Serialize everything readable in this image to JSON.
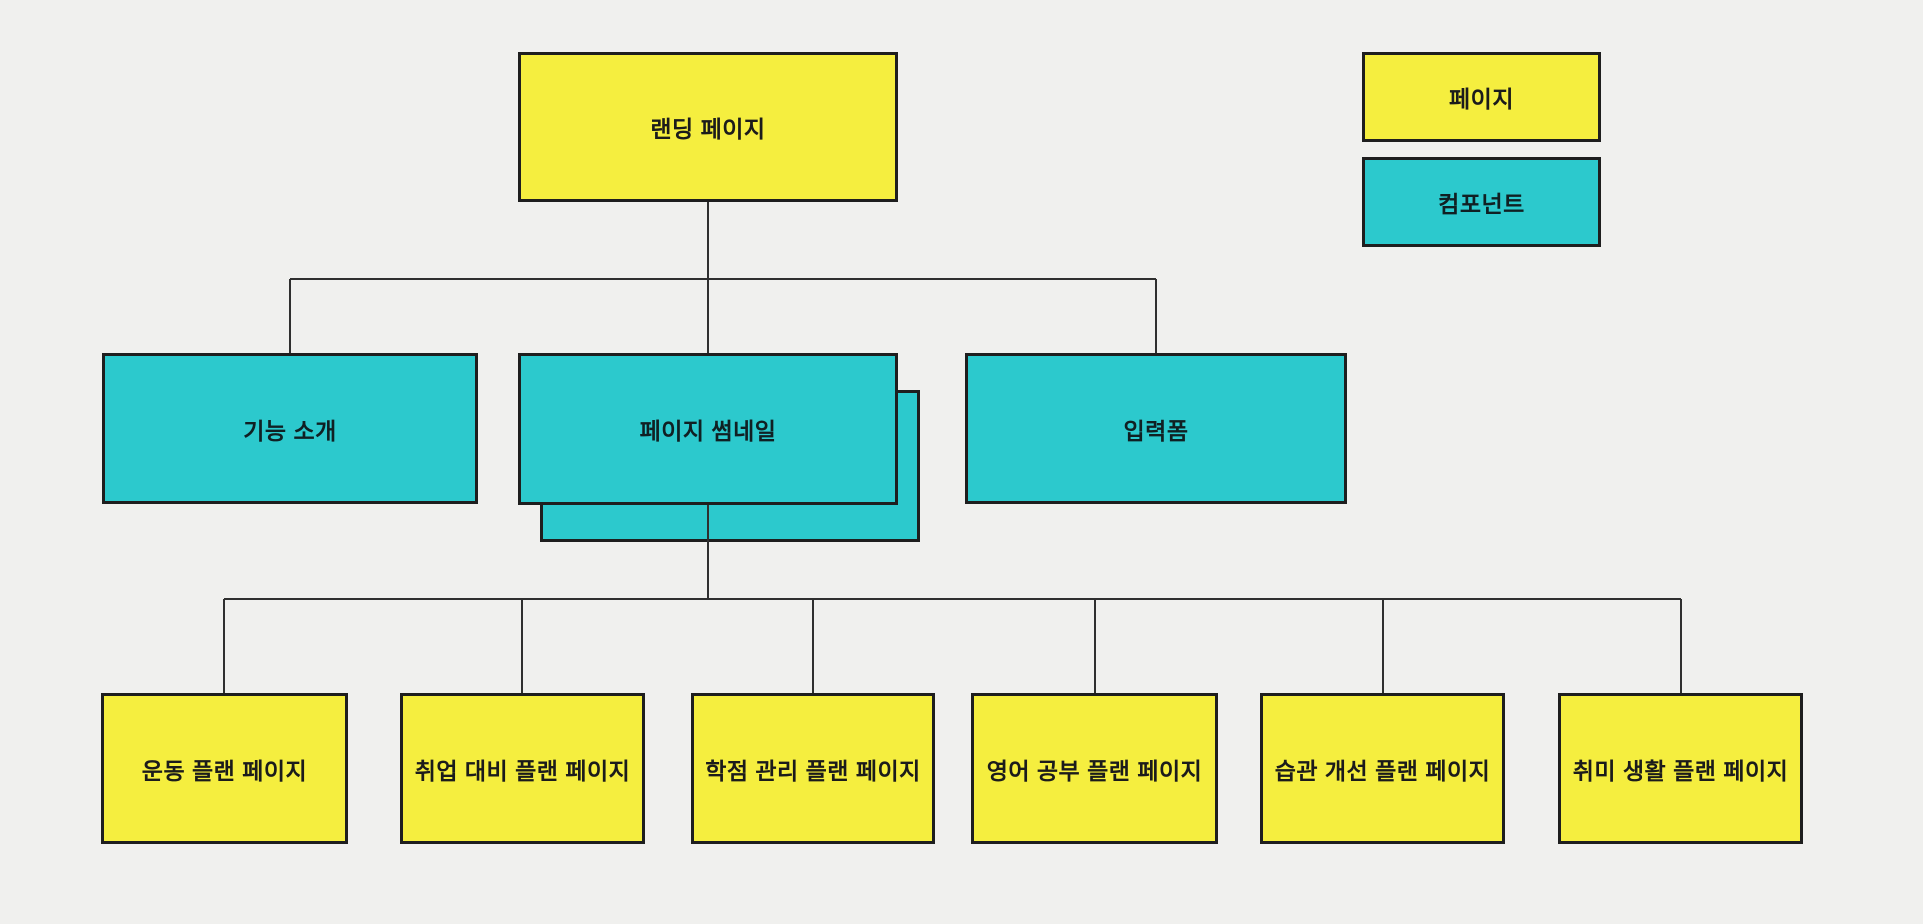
{
  "diagram": {
    "legend": {
      "page": {
        "label": "페이지"
      },
      "component": {
        "label": "컴포넌트"
      }
    },
    "nodes": {
      "landing": {
        "label": "랜딩 페이지",
        "type": "page"
      },
      "feature_intro": {
        "label": "기능 소개",
        "type": "component"
      },
      "page_thumbnail": {
        "label": "페이지 썸네일",
        "type": "component",
        "stacked": true
      },
      "input_form": {
        "label": "입력폼",
        "type": "component"
      },
      "plan_pages": [
        {
          "label": "운동 플랜 페이지",
          "type": "page"
        },
        {
          "label": "취업 대비 플랜 페이지",
          "type": "page"
        },
        {
          "label": "학점 관리 플랜 페이지",
          "type": "page"
        },
        {
          "label": "영어 공부 플랜 페이지",
          "type": "page"
        },
        {
          "label": "습관 개선 플랜 페이지",
          "type": "page"
        },
        {
          "label": "취미 생활 플랜 페이지",
          "type": "page"
        }
      ]
    },
    "edges": [
      {
        "from": "랜딩 페이지",
        "to": "기능 소개"
      },
      {
        "from": "랜딩 페이지",
        "to": "페이지 썸네일"
      },
      {
        "from": "랜딩 페이지",
        "to": "입력폼"
      },
      {
        "from": "페이지 썸네일",
        "to": "운동 플랜 페이지"
      },
      {
        "from": "페이지 썸네일",
        "to": "취업 대비 플랜 페이지"
      },
      {
        "from": "페이지 썸네일",
        "to": "학점 관리 플랜 페이지"
      },
      {
        "from": "페이지 썸네일",
        "to": "영어 공부 플랜 페이지"
      },
      {
        "from": "페이지 썸네일",
        "to": "습관 개선 플랜 페이지"
      },
      {
        "from": "페이지 썸네일",
        "to": "취미 생활 플랜 페이지"
      }
    ],
    "colors": {
      "page_fill": "#f5ee3f",
      "component_fill": "#2cc9cd",
      "border": "#1e1e1e",
      "connector": "#2f2f2f",
      "background": "#f0f0ee"
    }
  }
}
